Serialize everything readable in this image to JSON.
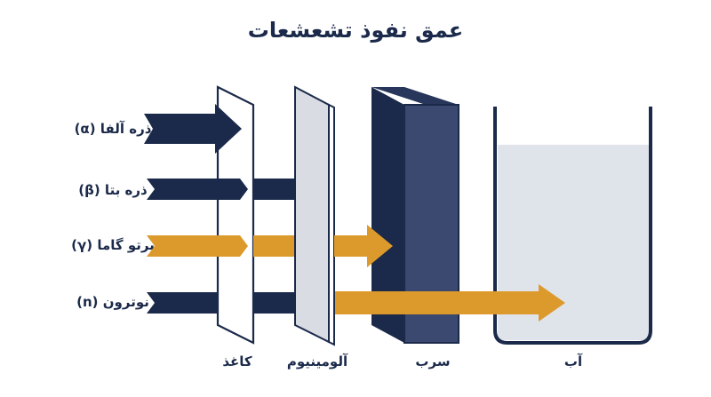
{
  "title": "عمق نفوذ تشعشعات",
  "rays": [
    {
      "label": "ذره آلفا (α)",
      "stops_at": "کاغذ"
    },
    {
      "label": "ذره بتا (β)",
      "stops_at": "آلومینیوم"
    },
    {
      "label": "پرتو گاما (γ)",
      "stops_at": "سرب"
    },
    {
      "label": "نوترون (n)",
      "stops_at": "آب"
    }
  ],
  "materials": [
    "کاغذ",
    "آلومینیوم",
    "سرب",
    "آب"
  ],
  "colors": {
    "navy": "#1b2a4a",
    "orange": "#dd9a2c",
    "water": "#dfe3ea",
    "lead_front": "#3b4870",
    "lead_side": "#1b2a4a"
  }
}
